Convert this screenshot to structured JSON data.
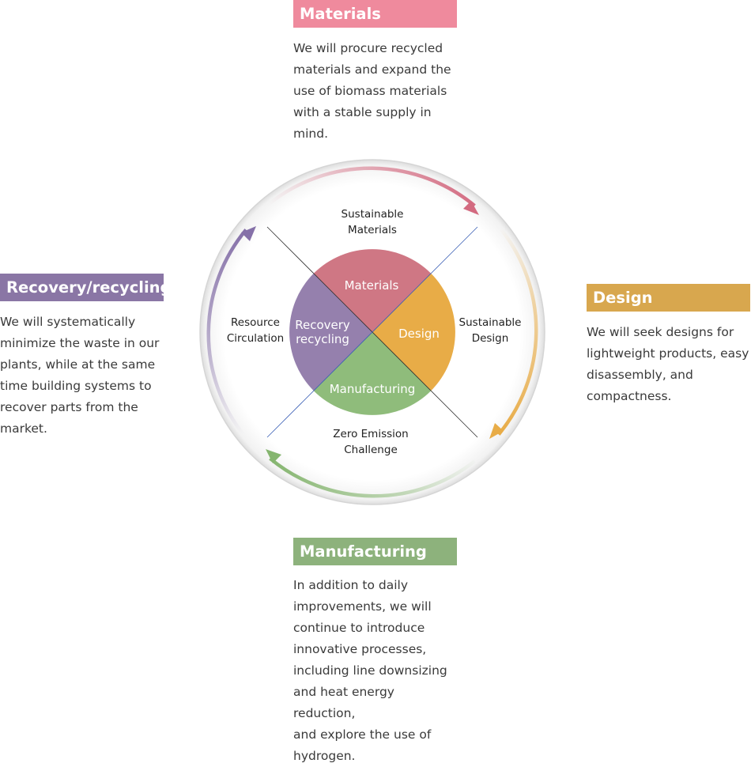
{
  "colors": {
    "materials": "#ef8a9d",
    "design": "#d8a74e",
    "recovery": "#8a76a5",
    "manufacturing": "#8db27c",
    "materials_quadrant": "#cf7784",
    "design_quadrant": "#e8ac47",
    "recovery_quadrant": "#9580ad",
    "manufacturing_quadrant": "#8fbc7b"
  },
  "panels": {
    "materials": {
      "title": "Materials",
      "lines": [
        "We will procure recycled",
        "materials and expand the",
        "use of biomass materials",
        "with a stable supply in",
        "mind."
      ]
    },
    "design": {
      "title": "Design",
      "lines": [
        "We will seek designs for",
        "lightweight products, easy",
        "disassembly, and",
        "compactness."
      ]
    },
    "recovery": {
      "title": "Recovery/recycling",
      "lines": [
        "We will systematically",
        "minimize the waste in our",
        "plants, while at the same",
        "time building systems to",
        "recover parts from the",
        "market."
      ]
    },
    "manufacturing": {
      "title": "Manufacturing",
      "lines": [
        "In addition to daily",
        "improvements, we will",
        "continue to introduce",
        "innovative processes,",
        "including line downsizing",
        "and heat energy reduction,",
        "and explore the use of",
        "hydrogen."
      ]
    }
  },
  "diagram": {
    "outer_labels": {
      "top": [
        "Sustainable",
        "Materials"
      ],
      "right": [
        "Sustainable",
        "Design"
      ],
      "bottom": [
        "Zero Emission",
        "Challenge"
      ],
      "left": [
        "Resource",
        "Circulation"
      ]
    },
    "inner_labels": {
      "materials": "Materials",
      "design": "Design",
      "manufacturing": "Manufacturing",
      "recovery": [
        "Recovery",
        "recycling"
      ]
    }
  }
}
